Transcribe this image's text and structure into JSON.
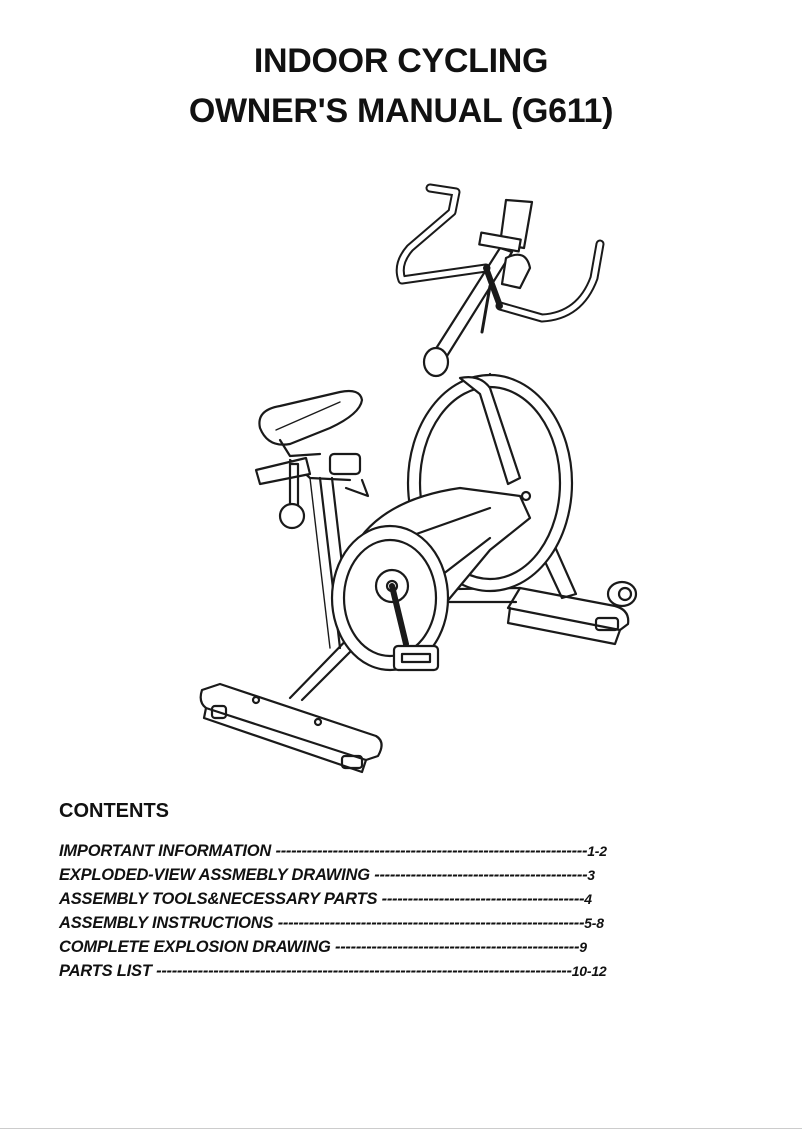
{
  "header": {
    "title_line1": "INDOOR CYCLING",
    "title_line2": "OWNER'S MANUAL (G611)"
  },
  "illustration": {
    "icon": "indoor-cycling-bike-illustration"
  },
  "contents": {
    "heading": "CONTENTS",
    "entries": [
      {
        "title": "IMPORTANT INFORMATION ",
        "dots": "------------------------------------------------------------",
        "page": "1-2"
      },
      {
        "title": "EXPLODED-VIEW ASSMEBLY DRAWING ",
        "dots": "-----------------------------------------",
        "page": "3"
      },
      {
        "title": "ASSEMBLY TOOLS&NECESSARY PARTS ",
        "dots": "---------------------------------------",
        "page": "4"
      },
      {
        "title": "ASSEMBLY INSTRUCTIONS ",
        "dots": "-----------------------------------------------------------",
        "page": "5-8"
      },
      {
        "title": "COMPLETE EXPLOSION DRAWING ",
        "dots": "-----------------------------------------------",
        "page": "9"
      },
      {
        "title": "PARTS LIST ",
        "dots": "--------------------------------------------------------------------------------",
        "page": "10-12"
      }
    ]
  }
}
